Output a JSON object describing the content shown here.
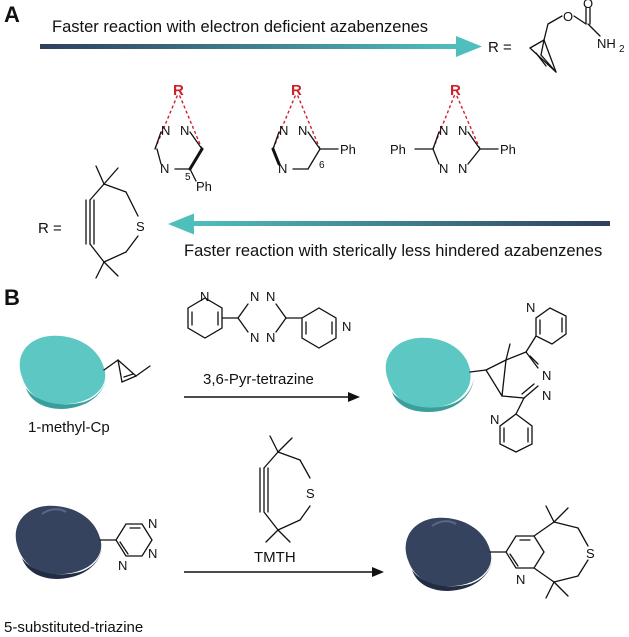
{
  "panel_a": {
    "label": "A",
    "top_arrow_text": "Faster reaction with electron deficient azabenzenes",
    "bottom_arrow_text": "Faster reaction with sterically less hindered azabenzenes",
    "r_top": "R =",
    "r_bottom": "R =",
    "carbamate_o1": "O",
    "carbamate_o2": "O",
    "carbamate_n": "NH",
    "carbamate_n_sub": "2",
    "triazine_5": {
      "r": "R",
      "n1": "N",
      "n2": "N",
      "n3": "N",
      "pos": "5",
      "ph": "Ph"
    },
    "triazine_6": {
      "r": "R",
      "n1": "N",
      "n2": "N",
      "n3": "N",
      "pos": "6",
      "ph": "Ph"
    },
    "tetrazine": {
      "r": "R",
      "n1": "N",
      "n2": "N",
      "n3": "N",
      "n4": "N",
      "ph_left": "Ph",
      "ph_right": "Ph"
    },
    "thiacycle_s": "S"
  },
  "panel_b": {
    "label": "B",
    "reagent1_name": "3,6-Pyr-tetrazine",
    "reactant1_name": "1-methyl-Cp",
    "reagent2_name": "TMTH",
    "reactant2_name": "5-substituted-triazine",
    "atoms": {
      "tetrazine": [
        "N",
        "N",
        "N",
        "N",
        "N",
        "N"
      ],
      "product1": [
        "N",
        "N",
        "N",
        "N"
      ],
      "triazine": [
        "N",
        "N",
        "N"
      ],
      "tmth_s": "S",
      "product2_n": "N",
      "product2_s": "S"
    }
  },
  "colors": {
    "arrow_dark": "#2f3f5c",
    "arrow_light": "#4fbfbe",
    "teal_blob": "#5cc7c3",
    "navy_blob": "#36435f",
    "red": "#d0202a"
  }
}
